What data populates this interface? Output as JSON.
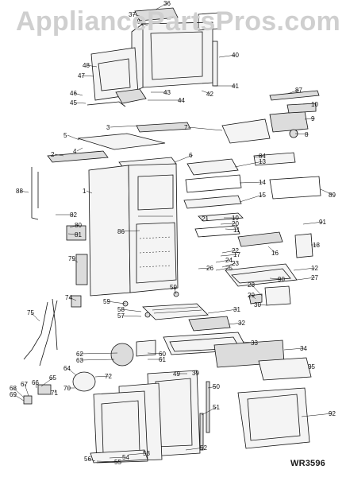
{
  "watermark": "AppliancePartsPros.com",
  "diagram_ref": "WR3596",
  "callouts": [
    "1",
    "2",
    "3",
    "4",
    "5",
    "6",
    "7",
    "8",
    "9",
    "10",
    "11",
    "12",
    "13",
    "14",
    "15",
    "16",
    "17",
    "18",
    "19",
    "20",
    "21",
    "22",
    "23",
    "24",
    "25",
    "26",
    "27",
    "28",
    "29",
    "30",
    "31",
    "32",
    "33",
    "34",
    "35",
    "36",
    "37",
    "38",
    "39",
    "40",
    "41",
    "42",
    "43",
    "44",
    "45",
    "46",
    "47",
    "48",
    "49",
    "50",
    "51",
    "52",
    "53",
    "54",
    "55",
    "56",
    "57",
    "58",
    "59",
    "60",
    "61",
    "62",
    "63",
    "64",
    "65",
    "66",
    "67",
    "68",
    "69",
    "70",
    "71",
    "72",
    "74",
    "75",
    "79",
    "80",
    "81",
    "82",
    "84",
    "86",
    "87",
    "88",
    "89",
    "90",
    "91",
    "92",
    "59"
  ]
}
